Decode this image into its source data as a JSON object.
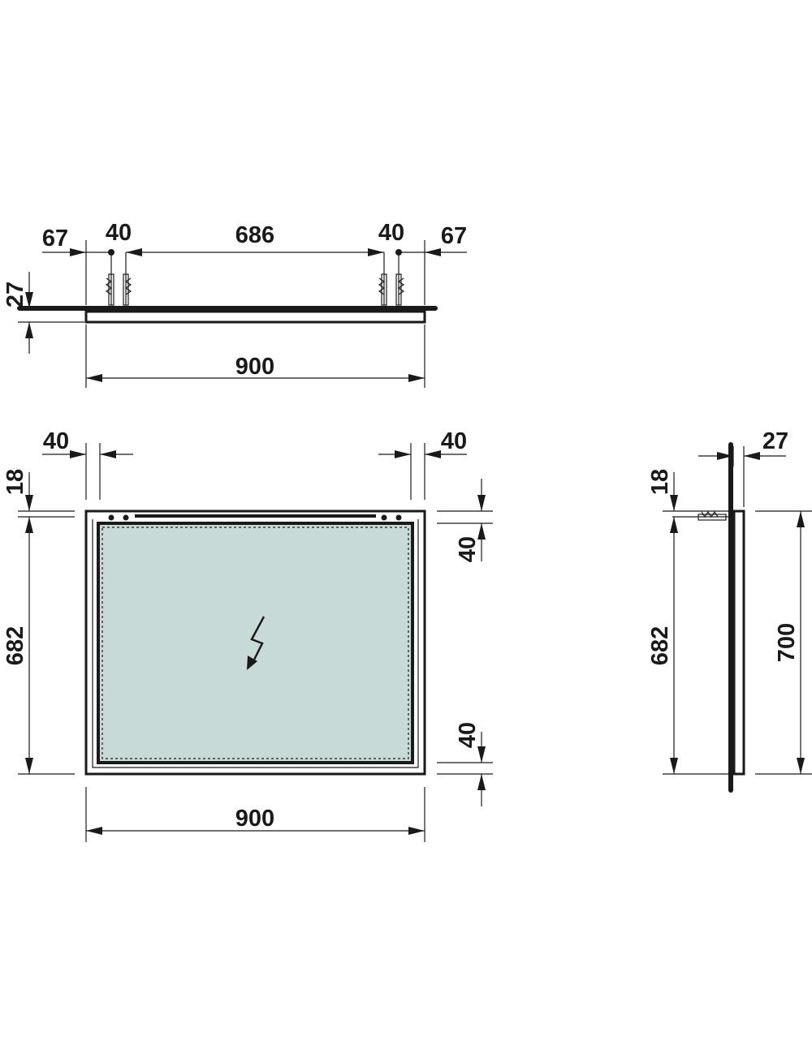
{
  "colors": {
    "line": "#1a1a1a",
    "mirror_glass": "#c8dad7",
    "background": "#ffffff"
  },
  "icons": {
    "electric": "lightning-bolt-icon"
  },
  "top_view": {
    "dim_left_margin": "67",
    "dim_left_spacing": "40",
    "dim_center": "686",
    "dim_right_spacing": "40",
    "dim_right_margin": "67",
    "dim_thickness": "27",
    "dim_width": "900"
  },
  "front_view": {
    "dim_left_inset": "40",
    "dim_right_inset": "40",
    "dim_top_offset": "18",
    "dim_height": "682",
    "dim_top_band": "40",
    "dim_bottom_band": "40",
    "dim_width": "900"
  },
  "side_view": {
    "dim_depth": "27",
    "dim_top_offset": "18",
    "dim_height": "682",
    "dim_total_height": "700"
  }
}
